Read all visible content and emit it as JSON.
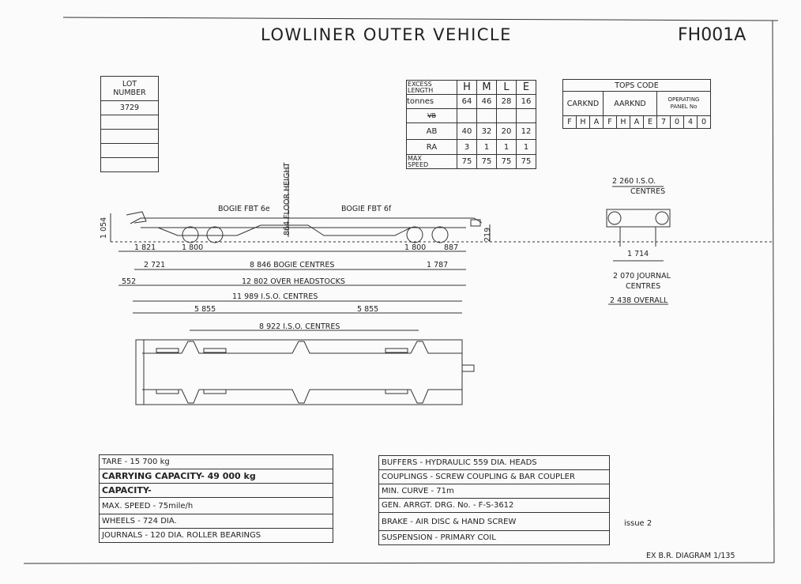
{
  "header": {
    "title": "LOWLINER OUTER VEHICLE",
    "diagram_code": "FH001A"
  },
  "lot": {
    "heading_1": "LOT",
    "heading_2": "NUMBER",
    "value": "3729"
  },
  "excess": {
    "col_head": [
      "EXCESS",
      "LENGTH"
    ],
    "columns": [
      "H",
      "M",
      "L",
      "E"
    ],
    "rows": [
      {
        "label": "tonnes",
        "values": [
          "64",
          "46",
          "28",
          "16"
        ]
      },
      {
        "label": "VB",
        "values": [
          "",
          "",
          "",
          ""
        ]
      },
      {
        "label": "AB",
        "values": [
          "40",
          "32",
          "20",
          "12"
        ]
      },
      {
        "label": "RA",
        "values": [
          "3",
          "1",
          "1",
          "1"
        ]
      }
    ],
    "speed_label": [
      "MAX",
      "SPEED"
    ],
    "speed_values": [
      "75",
      "75",
      "75",
      "75"
    ]
  },
  "tops": {
    "heading": "TOPS CODE",
    "carknd": "CARKND",
    "aarknd": "AARKND",
    "panel": [
      "OPERATING",
      "PANEL No"
    ],
    "letters": [
      "F",
      "H",
      "A",
      "F",
      "H",
      "A",
      "E",
      "7",
      "0",
      "4",
      "0"
    ]
  },
  "drawing": {
    "bogie_left": "BOGIE FBT 6e",
    "bogie_right": "BOGIE FBT 6f",
    "floor_height": "864 FLOOR HEIGHT",
    "dim_1054": "1 054",
    "dim_219": "219",
    "dim_1821": "1 821",
    "dim_1800a": "1 800",
    "dim_1800b": "1 800",
    "dim_887": "887",
    "dim_2721": "2 721",
    "bogie_centres": "8 846  BOGIE CENTRES",
    "dim_1787": "1 787",
    "dim_552": "552",
    "headstocks": "12 802  OVER  HEADSTOCKS",
    "iso_11989": "11 989  I.S.O.  CENTRES",
    "dim_5855a": "5 855",
    "dim_5855b": "5 855",
    "iso_8922": "8 922  I.S.O.  CENTRES",
    "end_iso_1": "2 260  I.S.O.",
    "end_iso_2": "CENTRES",
    "dim_1714": "1 714",
    "journal_1": "2 070 JOURNAL",
    "journal_2": "CENTRES",
    "overall": "2 438 OVERALL"
  },
  "specs_left": [
    "TARE - 15 700 kg",
    "CARRYING  CAPACITY- 49 000 kg",
    "CAPACITY-",
    "MAX. SPEED  - 75mile/h",
    "WHEELS - 724  DIA.",
    "JOURNALS - 120 DIA. ROLLER  BEARINGS"
  ],
  "specs_right": [
    "BUFFERS - HYDRAULIC 559 DIA.  HEADS",
    "COUPLINGS - SCREW COUPLING  &  BAR COUPLER",
    "MIN. CURVE -  71m",
    "GEN. ARRGT. DRG. No. - F-S-3612",
    "BRAKE - AIR DISC  &  HAND  SCREW",
    "SUSPENSION - PRIMARY  COIL"
  ],
  "issue": "issue 2",
  "footer": "EX  B.R.  DIAGRAM  1/135"
}
